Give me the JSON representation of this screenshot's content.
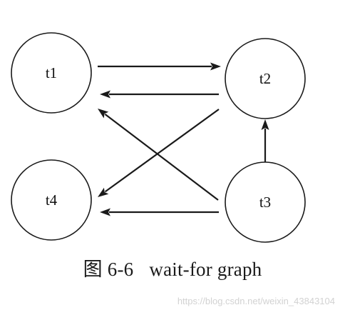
{
  "diagram": {
    "nodes": [
      {
        "id": "t1",
        "label": "t1"
      },
      {
        "id": "t2",
        "label": "t2"
      },
      {
        "id": "t3",
        "label": "t3"
      },
      {
        "id": "t4",
        "label": "t4"
      }
    ],
    "edges": [
      {
        "from": "t1",
        "to": "t2"
      },
      {
        "from": "t2",
        "to": "t1"
      },
      {
        "from": "t3",
        "to": "t1"
      },
      {
        "from": "t2",
        "to": "t4"
      },
      {
        "from": "t3",
        "to": "t2"
      },
      {
        "from": "t3",
        "to": "t4"
      }
    ],
    "colors": {
      "stroke": "#1a1a1a",
      "background": "#ffffff"
    }
  },
  "caption": {
    "figure_number": "图 6-6",
    "title": "wait-for graph"
  },
  "watermark": "https://blog.csdn.net/weixin_43843104"
}
